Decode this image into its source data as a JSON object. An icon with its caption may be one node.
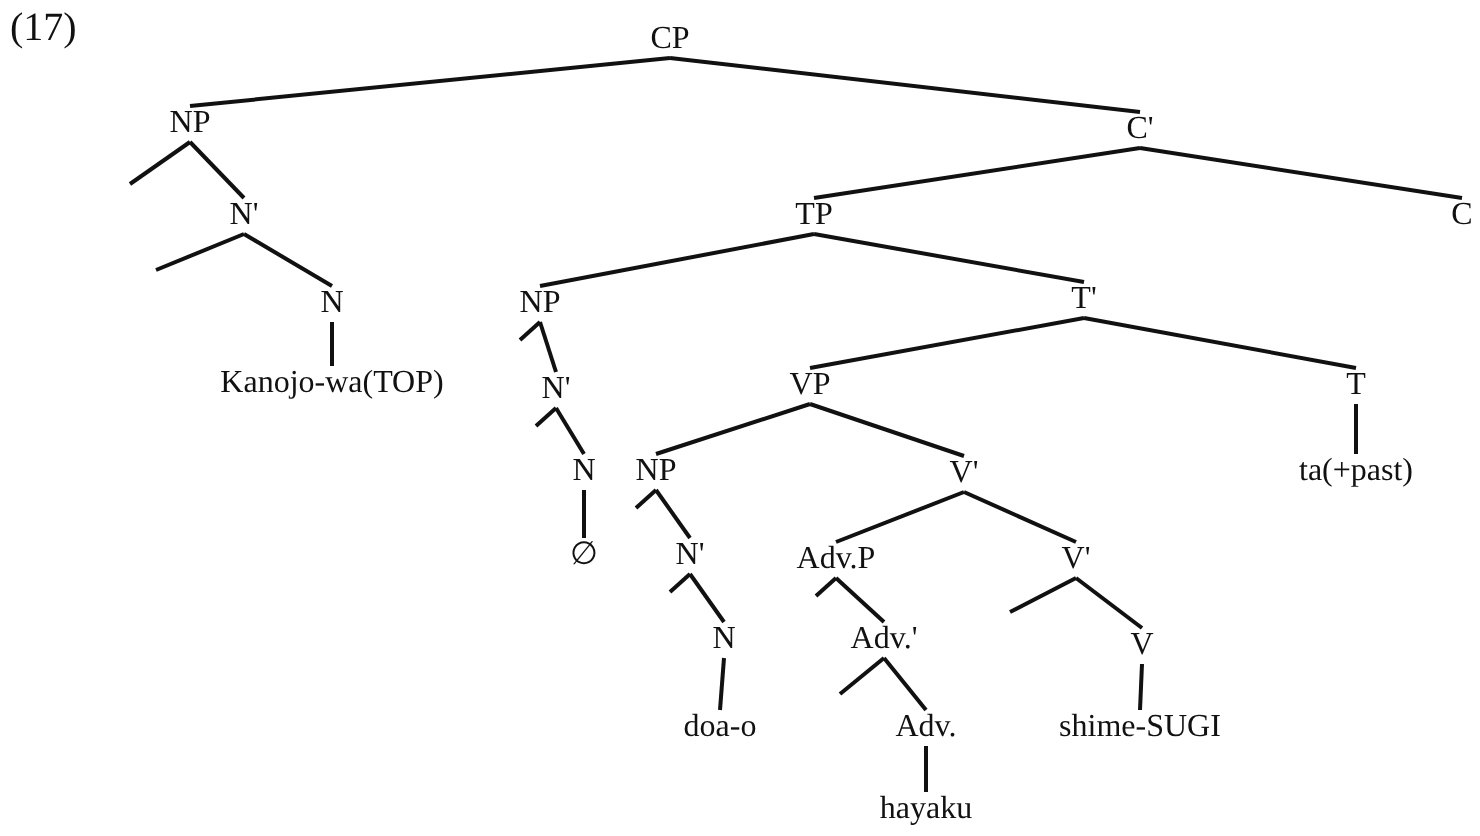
{
  "diagram": {
    "nodes": [
      {
        "text": [
          "CP"
        ]
      },
      {
        "text": [
          "NP"
        ]
      },
      {
        "text": [
          "N'"
        ]
      },
      {
        "text": [
          "N"
        ]
      },
      {
        "text": [
          "Kanojo-wa(TOP)"
        ]
      },
      {
        "text": [
          "C'"
        ]
      },
      {
        "text": [
          "TP"
        ]
      },
      {
        "text": [
          "C"
        ]
      },
      {
        "text": [
          "NP"
        ]
      },
      {
        "text": [
          "T'"
        ]
      },
      {
        "text": [
          "N'"
        ]
      },
      {
        "text": [
          "VP"
        ]
      },
      {
        "text": [
          "T"
        ]
      },
      {
        "text": [
          "N"
        ]
      },
      {
        "text": [
          "ta(+past)"
        ]
      },
      {
        "text": [
          "NP"
        ]
      },
      {
        "text": [
          "V'"
        ]
      },
      {
        "text": [
          "∅"
        ]
      },
      {
        "text": [
          "N'"
        ]
      },
      {
        "text": [
          "Adv.P"
        ]
      },
      {
        "text": [
          "V'"
        ]
      },
      {
        "text": [
          "N"
        ]
      },
      {
        "text": [
          "Adv.'"
        ]
      },
      {
        "text": [
          "V"
        ]
      },
      {
        "text": [
          "doa-o"
        ]
      },
      {
        "text": [
          "Adv."
        ]
      },
      {
        "text": [
          "shime-SUGI"
        ]
      },
      {
        "text": [
          "hayaku"
        ]
      }
    ],
    "edges": [
      {
        "from": 0,
        "to": 1,
        "arrow": "none"
      },
      {
        "from": 0,
        "to": 5,
        "arrow": "none"
      },
      {
        "from": 1,
        "to": null,
        "arrow": "none"
      },
      {
        "from": 1,
        "to": 2,
        "arrow": "none"
      },
      {
        "from": 2,
        "to": null,
        "arrow": "none"
      },
      {
        "from": 2,
        "to": 3,
        "arrow": "none"
      },
      {
        "from": 3,
        "to": 4,
        "arrow": "none"
      },
      {
        "from": 5,
        "to": 6,
        "arrow": "none"
      },
      {
        "from": 5,
        "to": 7,
        "arrow": "none"
      },
      {
        "from": 6,
        "to": 8,
        "arrow": "none"
      },
      {
        "from": 6,
        "to": 9,
        "arrow": "none"
      },
      {
        "from": 8,
        "to": null,
        "arrow": "none"
      },
      {
        "from": 8,
        "to": 10,
        "arrow": "none"
      },
      {
        "from": 10,
        "to": null,
        "arrow": "none"
      },
      {
        "from": 10,
        "to": 13,
        "arrow": "none"
      },
      {
        "from": 13,
        "to": 17,
        "arrow": "none"
      },
      {
        "from": 9,
        "to": 11,
        "arrow": "none"
      },
      {
        "from": 9,
        "to": 12,
        "arrow": "none"
      },
      {
        "from": 12,
        "to": 14,
        "arrow": "none"
      },
      {
        "from": 11,
        "to": 15,
        "arrow": "none"
      },
      {
        "from": 11,
        "to": 16,
        "arrow": "none"
      },
      {
        "from": 15,
        "to": null,
        "arrow": "none"
      },
      {
        "from": 15,
        "to": 18,
        "arrow": "none"
      },
      {
        "from": 18,
        "to": null,
        "arrow": "none"
      },
      {
        "from": 18,
        "to": 21,
        "arrow": "none"
      },
      {
        "from": 21,
        "to": 24,
        "arrow": "none"
      },
      {
        "from": 16,
        "to": 19,
        "arrow": "none"
      },
      {
        "from": 16,
        "to": 20,
        "arrow": "none"
      },
      {
        "from": 19,
        "to": null,
        "arrow": "none"
      },
      {
        "from": 19,
        "to": 22,
        "arrow": "none"
      },
      {
        "from": 22,
        "to": null,
        "arrow": "none"
      },
      {
        "from": 22,
        "to": 25,
        "arrow": "none"
      },
      {
        "from": 25,
        "to": 27,
        "arrow": "none"
      },
      {
        "from": 20,
        "to": null,
        "arrow": "none"
      },
      {
        "from": 20,
        "to": 23,
        "arrow": "none"
      },
      {
        "from": 23,
        "to": 26,
        "arrow": "none"
      }
    ],
    "labels": [
      "(17)"
    ]
  }
}
